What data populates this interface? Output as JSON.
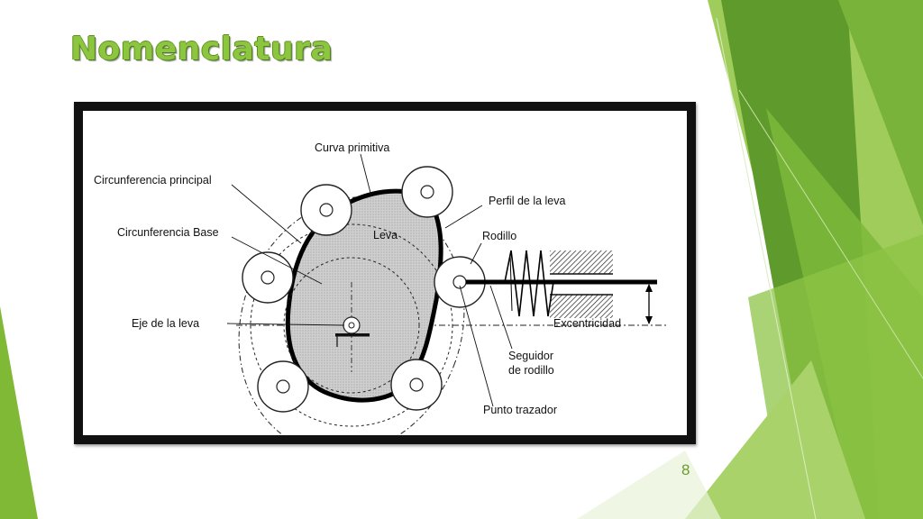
{
  "slide": {
    "title": "Nomenclatura",
    "page_number": "8"
  },
  "diagram": {
    "labels": {
      "curva_primitiva": "Curva primitiva",
      "circunferencia_principal": "Circunferencia principal",
      "circunferencia_base": "Circunferencia Base",
      "eje_de_la_leva": "Eje de la leva",
      "leva": "Leva",
      "perfil_de_la_leva": "Perfil de la leva",
      "rodillo": "Rodillo",
      "excentricidad": "Excentricidad",
      "seguidor_line1": "Seguidor",
      "seguidor_line2": "de rodillo",
      "punto_trazador": "Punto trazador"
    }
  },
  "colors": {
    "accent_green": "#8cc63f",
    "dark_green": "#4f8a28",
    "cam_fill": "#c9c9c9"
  }
}
